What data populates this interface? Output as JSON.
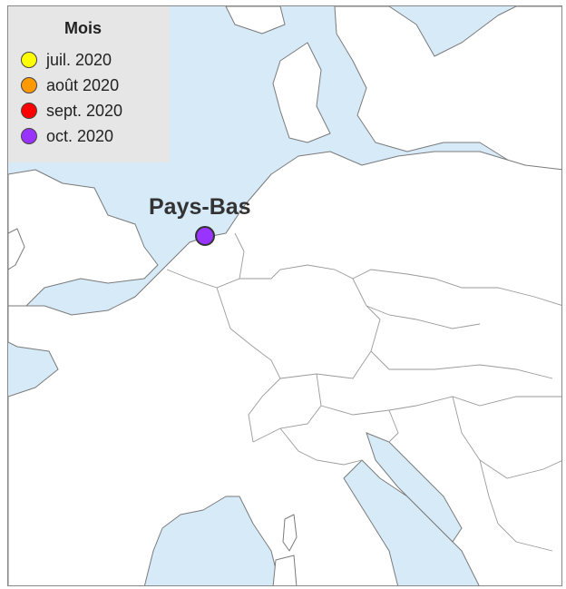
{
  "legend": {
    "title": "Mois",
    "items": [
      {
        "label": "juil. 2020",
        "color": "#ffff00"
      },
      {
        "label": "août 2020",
        "color": "#ff9900"
      },
      {
        "label": "sept. 2020",
        "color": "#ff0000"
      },
      {
        "label": "oct. 2020",
        "color": "#9933ff"
      }
    ]
  },
  "place": {
    "label": "Pays-Bas",
    "month": "oct. 2020",
    "color": "#9933ff"
  },
  "colors": {
    "sea": "#d6eaf8",
    "land": "#ffffff",
    "legend_bg": "#e6e6e6"
  }
}
